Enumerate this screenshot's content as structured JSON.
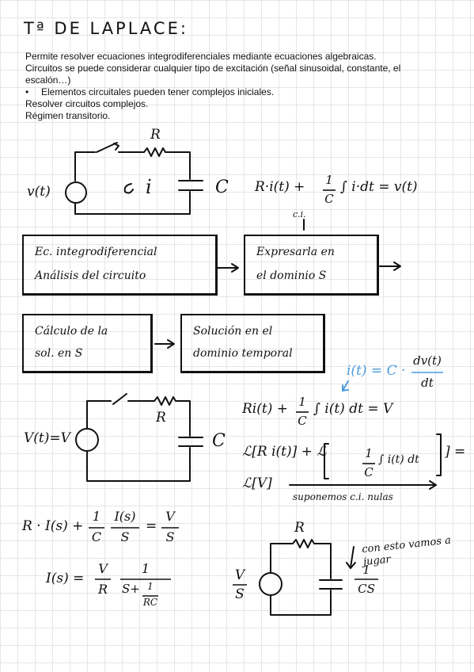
{
  "title": "Tª DE LAPLACE:",
  "intro": {
    "line1": "Permite resolver ecuaciones integrodiferenciales mediante ecuaciones algebraicas.",
    "line2": "Circuitos se puede considerar cualquier tipo de excitación (señal sinusoidal, constante, el escalón…)",
    "bullet": "Elementos circuitales pueden tener complejos iniciales.",
    "line3": "Resolver circuitos complejos.",
    "line4": "Régimen transitorio."
  },
  "circuit1": {
    "source": "v(t)",
    "resistor": "R",
    "current": "i",
    "capacitor": "C",
    "equation_lhs": "R·i(t) + ",
    "equation_frac_num": "1",
    "equation_frac_den": "C",
    "equation_rhs": "∫ i·dt = v(t)"
  },
  "flow": {
    "box1_line1": "Ec. integrodiferencial",
    "box1_line2": "Análisis del circuito",
    "box2_line1": "Expresarla en",
    "box2_line2": "el dominio S",
    "cc_label": "c.i.",
    "box3_line1": "Cálculo de la",
    "box3_line2": "sol. en S",
    "box4_line1": "Solución en el",
    "box4_line2": "dominio temporal"
  },
  "blue_note": {
    "lhs": "i(t) = C ·",
    "num": "dv(t)",
    "den": "dt"
  },
  "circuit2": {
    "source": "V(t)=V",
    "resistor": "R",
    "capacitor": "C",
    "eq1_lhs": "Ri(t) + ",
    "eq1_rhs": "∫ i(t) dt = V",
    "eq2_a": "ℒ[R i(t)] + ℒ",
    "eq2_b": "∫ i(t) dt",
    "eq2_end": "] =",
    "eq3": "ℒ[V]",
    "assume": "suponemos c.i. nulas"
  },
  "sdomain": {
    "eq_a": "R · I(s) + ",
    "one": "1",
    "C": "C",
    "Is": "I(s)",
    "s": "S",
    "V": "V",
    "eq_i": "I(s) =",
    "R": "R",
    "splus": "S+",
    "RC": "RC"
  },
  "circuit3": {
    "resistor": "R",
    "source_num": "V",
    "source_den": "S",
    "cap_num": "1",
    "cap_den": "CS",
    "note": "con esto vamos a jugar"
  }
}
